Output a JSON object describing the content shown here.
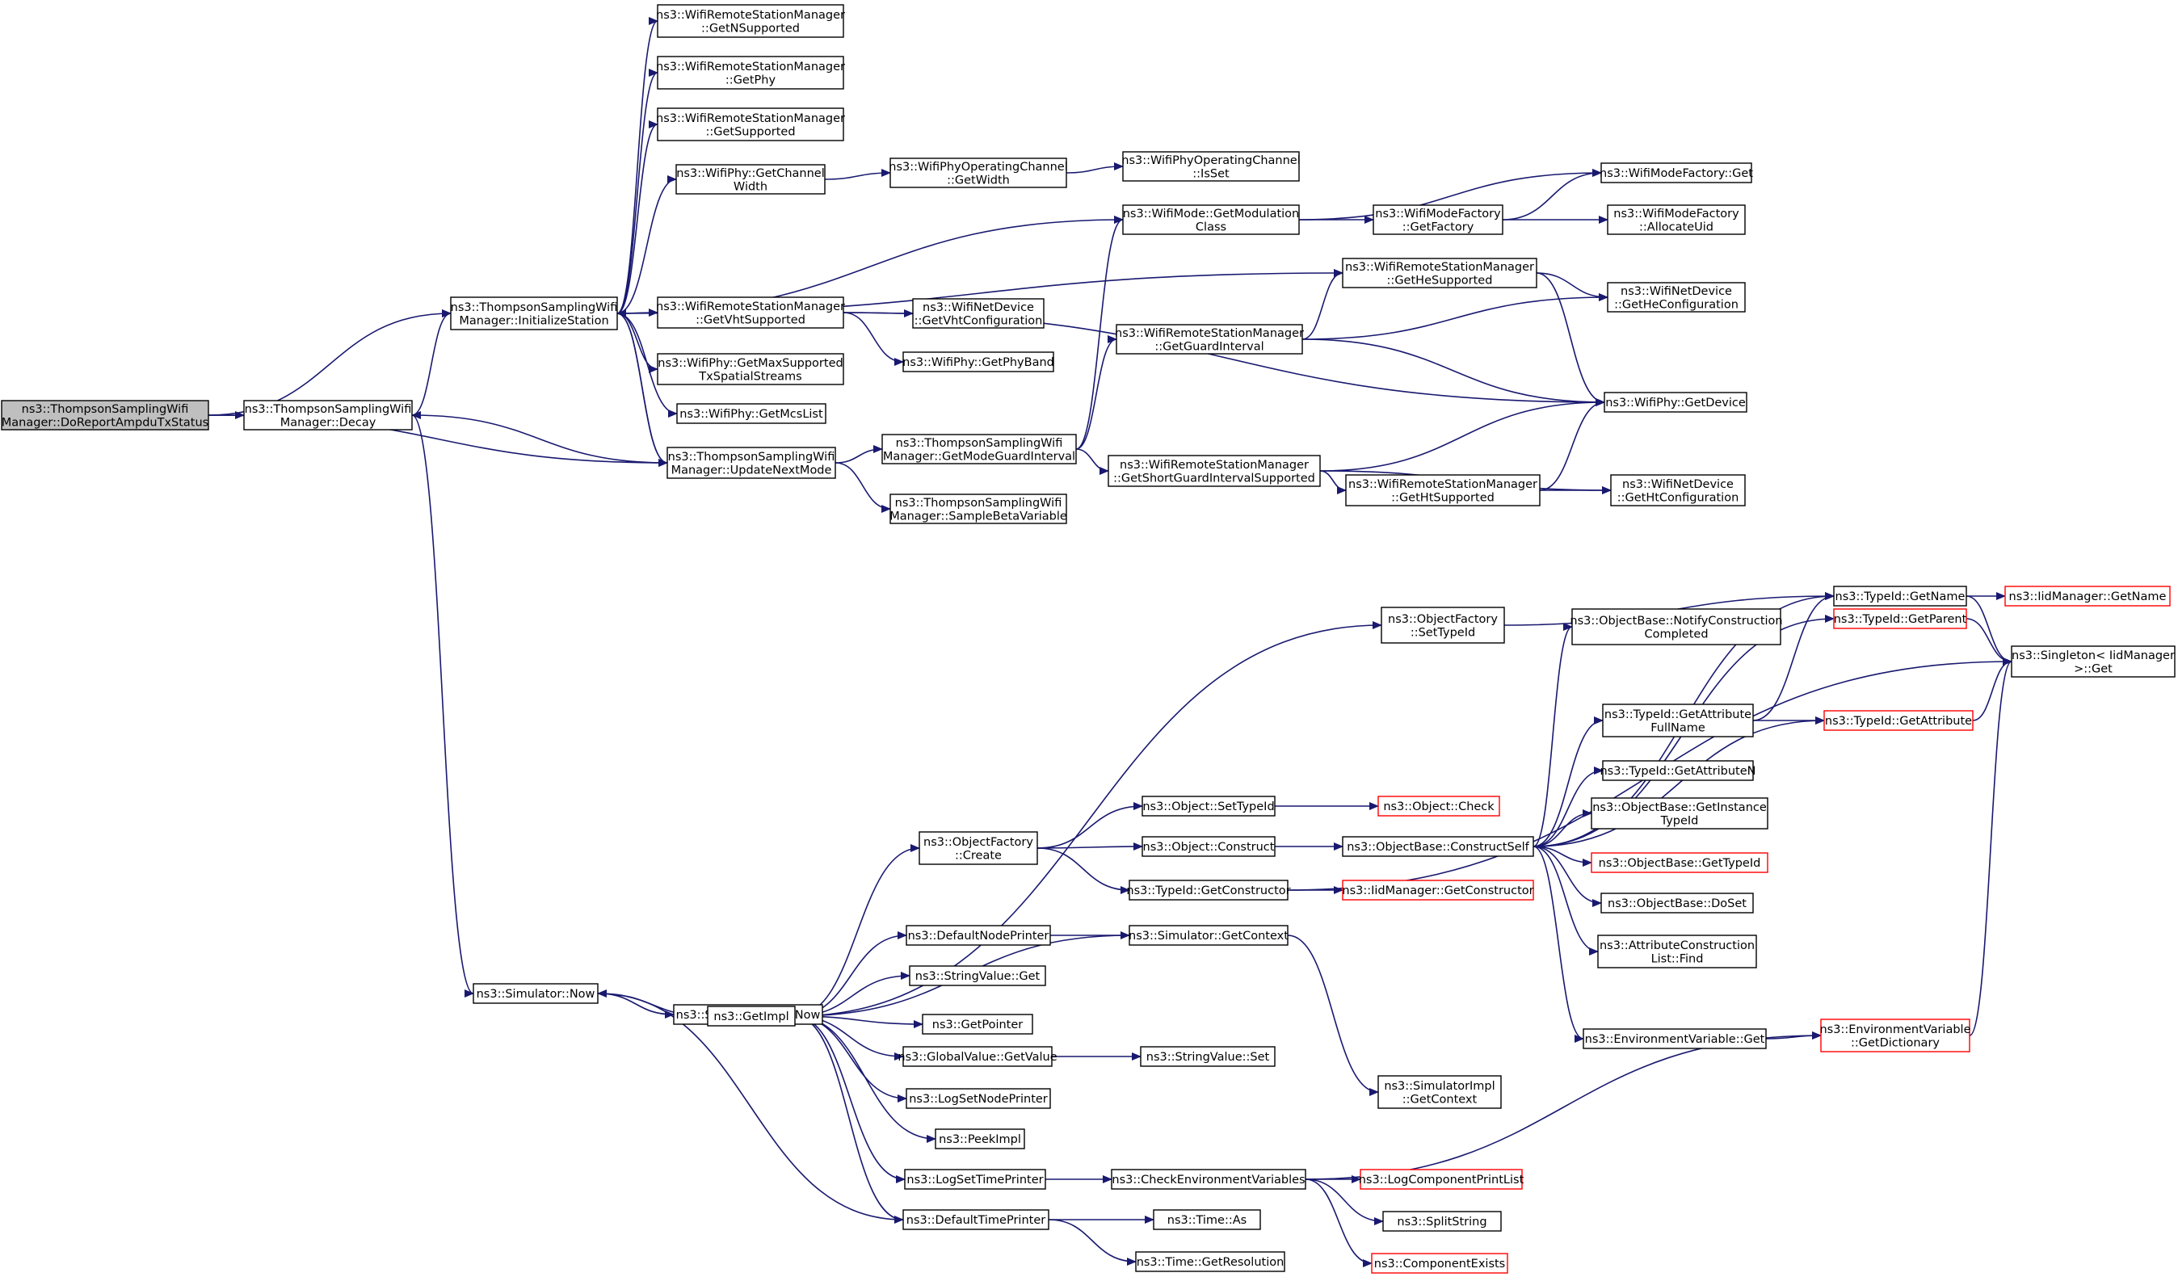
{
  "nodes": [
    {
      "id": "root",
      "lines": [
        "ns3::ThompsonSamplingWifi",
        "Manager::DoReportAmpduTxStatus"
      ],
      "style": "root"
    },
    {
      "id": "decay",
      "lines": [
        "ns3::ThompsonSamplingWifi",
        "Manager::Decay"
      ]
    },
    {
      "id": "init",
      "lines": [
        "ns3::ThompsonSamplingWifi",
        "Manager::InitializeStation"
      ]
    },
    {
      "id": "update",
      "lines": [
        "ns3::ThompsonSamplingWifi",
        "Manager::UpdateNextMode"
      ]
    },
    {
      "id": "getNSup",
      "lines": [
        "ns3::WifiRemoteStationManager",
        "::GetNSupported"
      ]
    },
    {
      "id": "getPhy",
      "lines": [
        "ns3::WifiRemoteStationManager",
        "::GetPhy"
      ]
    },
    {
      "id": "getSup",
      "lines": [
        "ns3::WifiRemoteStationManager",
        "::GetSupported"
      ]
    },
    {
      "id": "chanWidth",
      "lines": [
        "ns3::WifiPhy::GetChannel",
        "Width"
      ]
    },
    {
      "id": "opWidth",
      "lines": [
        "ns3::WifiPhyOperatingChannel",
        "::GetWidth"
      ]
    },
    {
      "id": "opIsSet",
      "lines": [
        "ns3::WifiPhyOperatingChannel",
        "::IsSet"
      ]
    },
    {
      "id": "modClass",
      "lines": [
        "ns3::WifiMode::GetModulation",
        "Class"
      ]
    },
    {
      "id": "mfGet",
      "lines": [
        "ns3::WifiModeFactory::Get"
      ]
    },
    {
      "id": "mfFactory",
      "lines": [
        "ns3::WifiModeFactory",
        "::GetFactory"
      ]
    },
    {
      "id": "mfAlloc",
      "lines": [
        "ns3::WifiModeFactory",
        "::AllocateUid"
      ]
    },
    {
      "id": "heSup",
      "lines": [
        "ns3::WifiRemoteStationManager",
        "::GetHeSupported"
      ]
    },
    {
      "id": "heConf",
      "lines": [
        "ns3::WifiNetDevice",
        "::GetHeConfiguration"
      ]
    },
    {
      "id": "vhtSup",
      "lines": [
        "ns3::WifiRemoteStationManager",
        "::GetVhtSupported"
      ]
    },
    {
      "id": "vhtConf",
      "lines": [
        "ns3::WifiNetDevice",
        "::GetVhtConfiguration"
      ]
    },
    {
      "id": "phyBand",
      "lines": [
        "ns3::WifiPhy::GetPhyBand"
      ]
    },
    {
      "id": "guard",
      "lines": [
        "ns3::WifiRemoteStationManager",
        "::GetGuardInterval"
      ]
    },
    {
      "id": "maxSS",
      "lines": [
        "ns3::WifiPhy::GetMaxSupported",
        "TxSpatialStreams"
      ]
    },
    {
      "id": "mcsList",
      "lines": [
        "ns3::WifiPhy::GetMcsList"
      ]
    },
    {
      "id": "phyDev",
      "lines": [
        "ns3::WifiPhy::GetDevice"
      ]
    },
    {
      "id": "modeGuard",
      "lines": [
        "ns3::ThompsonSamplingWifi",
        "Manager::GetModeGuardInterval"
      ]
    },
    {
      "id": "sgiSup",
      "lines": [
        "ns3::WifiRemoteStationManager",
        "::GetShortGuardIntervalSupported"
      ]
    },
    {
      "id": "htSup",
      "lines": [
        "ns3::WifiRemoteStationManager",
        "::GetHtSupported"
      ]
    },
    {
      "id": "htConf",
      "lines": [
        "ns3::WifiNetDevice",
        "::GetHtConfiguration"
      ]
    },
    {
      "id": "beta",
      "lines": [
        "ns3::ThompsonSamplingWifi",
        "Manager::SampleBetaVariable"
      ]
    },
    {
      "id": "tidName",
      "lines": [
        "ns3::TypeId::GetName"
      ]
    },
    {
      "id": "iidName",
      "lines": [
        "ns3::IidManager::GetName"
      ],
      "style": "red"
    },
    {
      "id": "tidParent",
      "lines": [
        "ns3::TypeId::GetParent"
      ],
      "style": "red"
    },
    {
      "id": "ofSet",
      "lines": [
        "ns3::ObjectFactory",
        "::SetTypeId"
      ]
    },
    {
      "id": "notify",
      "lines": [
        "ns3::ObjectBase::NotifyConstruction",
        "Completed"
      ]
    },
    {
      "id": "singleton",
      "lines": [
        "ns3::Singleton< IidManager",
        ">::Get"
      ]
    },
    {
      "id": "attrFull",
      "lines": [
        "ns3::TypeId::GetAttribute",
        "FullName"
      ]
    },
    {
      "id": "tidAttr",
      "lines": [
        "ns3::TypeId::GetAttribute"
      ],
      "style": "red"
    },
    {
      "id": "attrN",
      "lines": [
        "ns3::TypeId::GetAttributeN"
      ]
    },
    {
      "id": "instTid",
      "lines": [
        "ns3::ObjectBase::GetInstance",
        "TypeId"
      ]
    },
    {
      "id": "objSetTid",
      "lines": [
        "ns3::Object::SetTypeId"
      ]
    },
    {
      "id": "objCheck",
      "lines": [
        "ns3::Object::Check"
      ],
      "style": "red"
    },
    {
      "id": "ofCreate",
      "lines": [
        "ns3::ObjectFactory",
        "::Create"
      ]
    },
    {
      "id": "objConstruct",
      "lines": [
        "ns3::Object::Construct"
      ]
    },
    {
      "id": "constructSelf",
      "lines": [
        "ns3::ObjectBase::ConstructSelf"
      ]
    },
    {
      "id": "obGetTid",
      "lines": [
        "ns3::ObjectBase::GetTypeId"
      ],
      "style": "red"
    },
    {
      "id": "tidCtor",
      "lines": [
        "ns3::TypeId::GetConstructor"
      ]
    },
    {
      "id": "iidCtor",
      "lines": [
        "ns3::IidManager::GetConstructor"
      ],
      "style": "red"
    },
    {
      "id": "doSet",
      "lines": [
        "ns3::ObjectBase::DoSet"
      ]
    },
    {
      "id": "dnp",
      "lines": [
        "ns3::DefaultNodePrinter"
      ]
    },
    {
      "id": "simCtx",
      "lines": [
        "ns3::Simulator::GetContext"
      ]
    },
    {
      "id": "acFind",
      "lines": [
        "ns3::AttributeConstruction",
        "List::Find"
      ]
    },
    {
      "id": "simNow",
      "lines": [
        "ns3::Simulator::Now"
      ]
    },
    {
      "id": "implNow",
      "lines": [
        "ns3::SimulatorImpl::Now"
      ]
    },
    {
      "id": "strGet",
      "lines": [
        "ns3::StringValue::Get"
      ]
    },
    {
      "id": "getImpl",
      "lines": [
        "ns3::GetImpl"
      ]
    },
    {
      "id": "getPtr",
      "lines": [
        "ns3::GetPointer"
      ]
    },
    {
      "id": "envGet",
      "lines": [
        "ns3::EnvironmentVariable::Get"
      ]
    },
    {
      "id": "envDict",
      "lines": [
        "ns3::EnvironmentVariable",
        "::GetDictionary"
      ],
      "style": "red"
    },
    {
      "id": "gvGet",
      "lines": [
        "ns3::GlobalValue::GetValue"
      ]
    },
    {
      "id": "strSet",
      "lines": [
        "ns3::StringValue::Set"
      ]
    },
    {
      "id": "implCtx",
      "lines": [
        "ns3::SimulatorImpl",
        "::GetContext"
      ]
    },
    {
      "id": "logNode",
      "lines": [
        "ns3::LogSetNodePrinter"
      ]
    },
    {
      "id": "peek",
      "lines": [
        "ns3::PeekImpl"
      ]
    },
    {
      "id": "logTime",
      "lines": [
        "ns3::LogSetTimePrinter"
      ]
    },
    {
      "id": "checkEnv",
      "lines": [
        "ns3::CheckEnvironmentVariables"
      ]
    },
    {
      "id": "logPrint",
      "lines": [
        "ns3::LogComponentPrintList"
      ],
      "style": "red"
    },
    {
      "id": "split",
      "lines": [
        "ns3::SplitString"
      ]
    },
    {
      "id": "dtp",
      "lines": [
        "ns3::DefaultTimePrinter"
      ]
    },
    {
      "id": "timeAs",
      "lines": [
        "ns3::Time::As"
      ]
    },
    {
      "id": "compExists",
      "lines": [
        "ns3::ComponentExists"
      ],
      "style": "red"
    },
    {
      "id": "timeRes",
      "lines": [
        "ns3::Time::GetResolution"
      ]
    }
  ]
}
